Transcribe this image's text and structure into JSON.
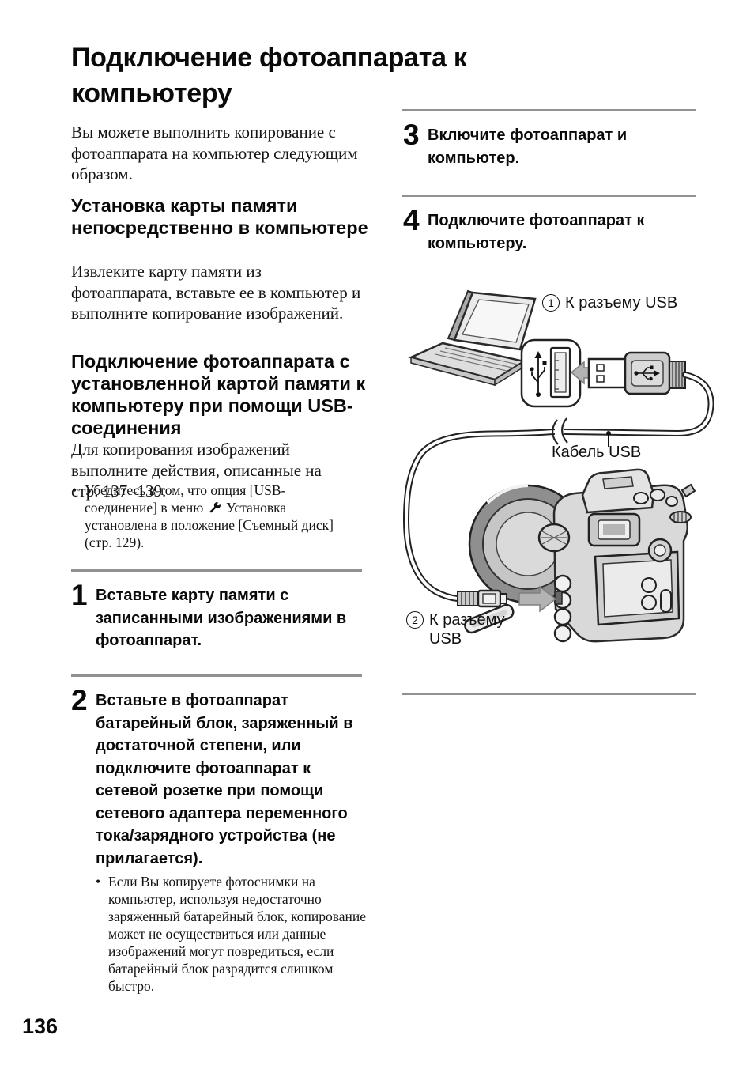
{
  "page": {
    "title": "Подключение фотоаппарата к компьютеру",
    "page_number": "136",
    "bullet_char": "•",
    "intro": "Вы можете выполнить копирование с фотоаппарата на компьютер следующим образом.",
    "section_memory_card": {
      "heading": "Установка карты памяти непосредственно в компьютере",
      "body": "Извлеките карту памяти из фотоаппарата, вставьте ее в компьютер и выполните копирование изображений."
    },
    "section_usb": {
      "heading": "Подключение фотоаппарата с установленной картой памяти к компьютеру при помощи USB-соединения",
      "body": "Для копирования изображений выполните действия, описанные на стр. 137 -139.",
      "note_part1": "Убедитесь в том, что опция [USB-соединение] в меню ",
      "note_part2": " Установка установлена в положение [Съемный диск] (стр. 129)."
    },
    "steps": [
      {
        "number": "1",
        "text": "Вставьте карту памяти с записанными изображениями в фотоаппарат."
      },
      {
        "number": "2",
        "text": "Вставьте в фотоаппарат батарейный блок, заряженный в достаточной степени, или подключите фотоаппарат к сетевой розетке при помощи сетевого адаптера переменного тока/зарядного устройства (не прилагается).",
        "note": "Если Вы копируете фотоснимки на компьютер, используя недостаточно заряженный батарейный блок, копирование может не осуществиться или данные изображений могут повредиться, если батарейный блок разрядится слишком быстро."
      },
      {
        "number": "3",
        "text": "Включите фотоаппарат и компьютер."
      },
      {
        "number": "4",
        "text": "Подключите фотоаппарат к компьютеру."
      }
    ],
    "figure": {
      "callout_1_number": "1",
      "callout_1_text": "К разъему USB",
      "cable_label": "Кабель USB",
      "callout_2_number": "2",
      "callout_2_text_line1": "К разъему",
      "callout_2_text_line2": "USB",
      "icons": {
        "setup_menu": "wrench-icon",
        "usb_port": "usb-trident-icon"
      }
    },
    "colors": {
      "text": "#111111",
      "rule": "#919191",
      "figure_arrow": "#b3b3b3",
      "figure_fill": "#d9d9d9"
    }
  }
}
